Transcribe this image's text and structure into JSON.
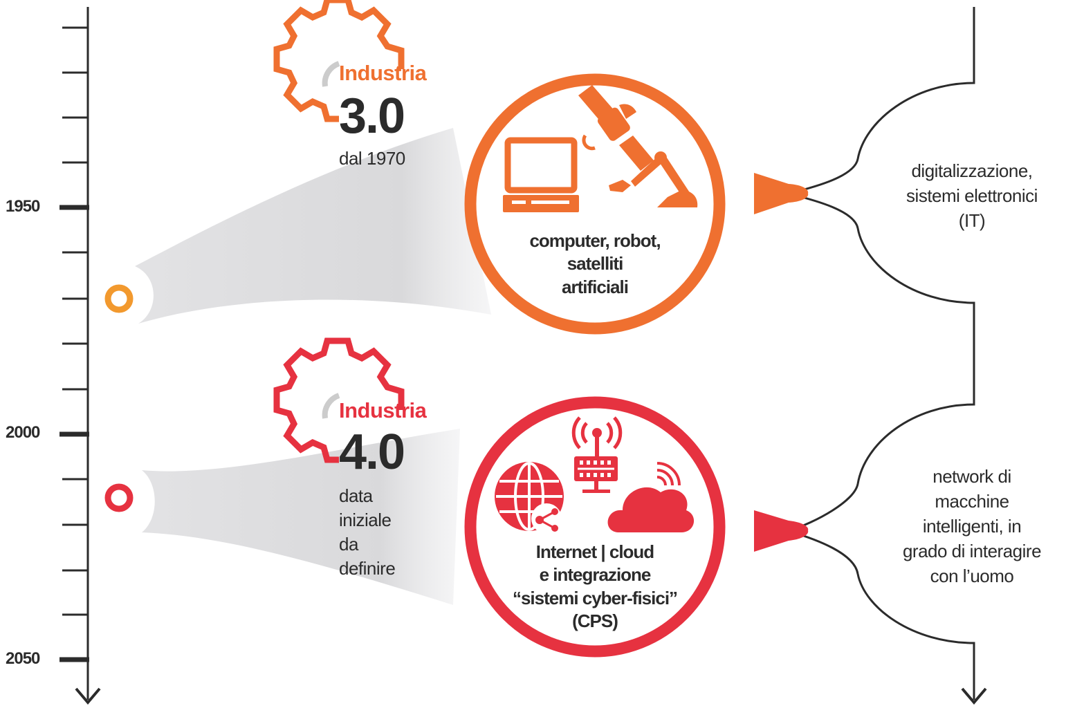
{
  "timeline": {
    "labels": [
      "1950",
      "2000",
      "2050"
    ]
  },
  "eras": [
    {
      "name": "Industria",
      "version": "3.0",
      "start": "dal 1970",
      "technologies": [
        "computer, robot,",
        "satelliti",
        "artificiali"
      ],
      "description": [
        "digitalizzazione,",
        "sistemi elettronici",
        "(IT)"
      ],
      "color": "#ef7030",
      "marker_color": "#f2992e",
      "icons": [
        "computer-icon",
        "satellite-icon",
        "robot-arm-icon"
      ]
    },
    {
      "name": "Industria",
      "version": "4.0",
      "start": [
        "data",
        "iniziale",
        "da",
        "definire"
      ],
      "technologies": [
        "Internet | cloud",
        "e integrazione",
        "“sistemi cyber-fisici”",
        "(CPS)"
      ],
      "description": [
        "network di",
        "macchine",
        "intelligenti, in",
        "grado di interagire",
        "con l’uomo"
      ],
      "color": "#e63240",
      "marker_color": "#e63240",
      "icons": [
        "globe-network-icon",
        "antenna-server-icon",
        "cloud-icon"
      ]
    }
  ],
  "colors": {
    "axis": "#2b2b2b",
    "beam": "#e1e1e3"
  }
}
